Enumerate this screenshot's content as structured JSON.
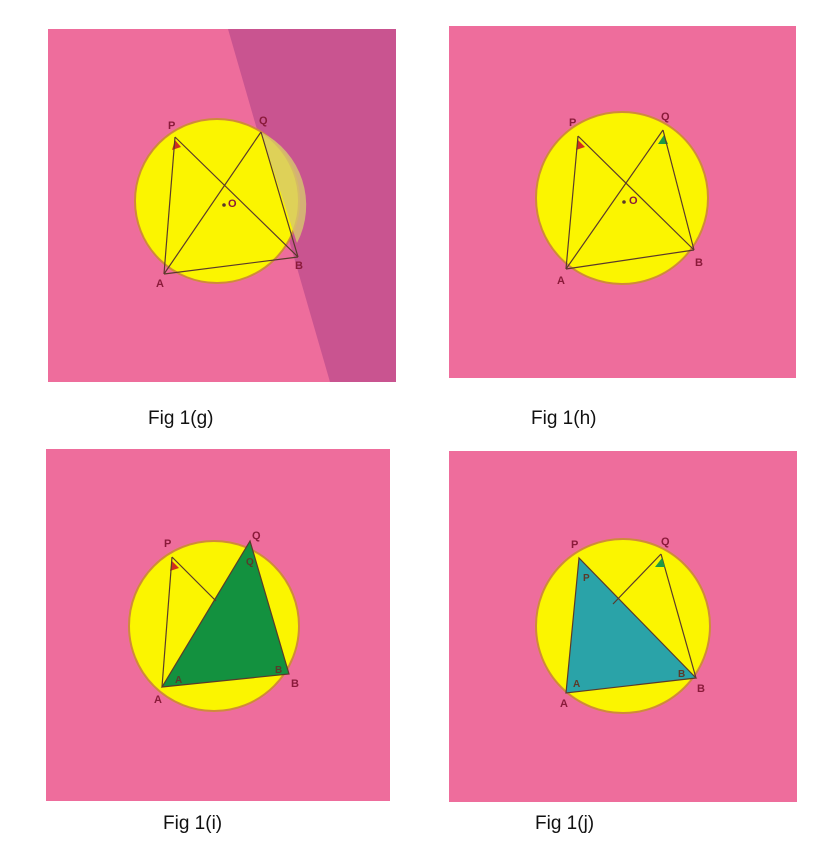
{
  "figures": [
    {
      "caption": "Fig 1(g)",
      "points": {
        "P": "P",
        "Q": "Q",
        "A": "A",
        "B": "B",
        "O": "O"
      },
      "background": "#ee6d9c",
      "shade_color": "#c95490"
    },
    {
      "caption": "Fig 1(h)",
      "points": {
        "P": "P",
        "Q": "Q",
        "A": "A",
        "B": "B",
        "O": "O"
      },
      "background": "#ee6d9c"
    },
    {
      "caption": "Fig 1(i)",
      "points": {
        "P": "P",
        "Q": "Q",
        "A": "A",
        "B": "B"
      },
      "angle_marks": {
        "Q": "Q",
        "A": "A",
        "B": "B"
      },
      "background": "#ee6d9c",
      "triangle_color": "#13913f"
    },
    {
      "caption": "Fig 1(j)",
      "points": {
        "P": "P",
        "Q": "Q",
        "A": "A",
        "B": "B"
      },
      "angle_marks": {
        "P": "P",
        "A": "A",
        "B": "B"
      },
      "background": "#ee6d9c",
      "triangle_color": "#2aa3a8"
    }
  ],
  "colors": {
    "circle_fill": "#fbf500",
    "circle_stroke": "#d08a3a",
    "line": "#5a3a2a",
    "label": "#8a1a3a",
    "angle_red": "#d0301e",
    "angle_green": "#1e9a45"
  }
}
